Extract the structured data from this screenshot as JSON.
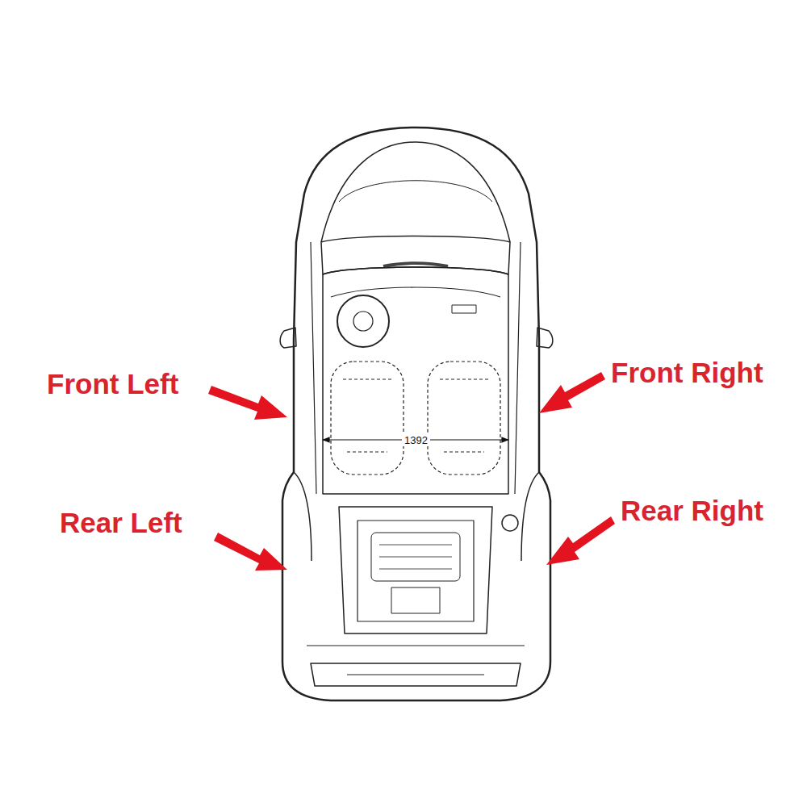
{
  "diagram": {
    "labels": [
      "Front Left",
      "Front Right",
      "Rear Left",
      "Rear Right",
      "1392"
    ]
  }
}
